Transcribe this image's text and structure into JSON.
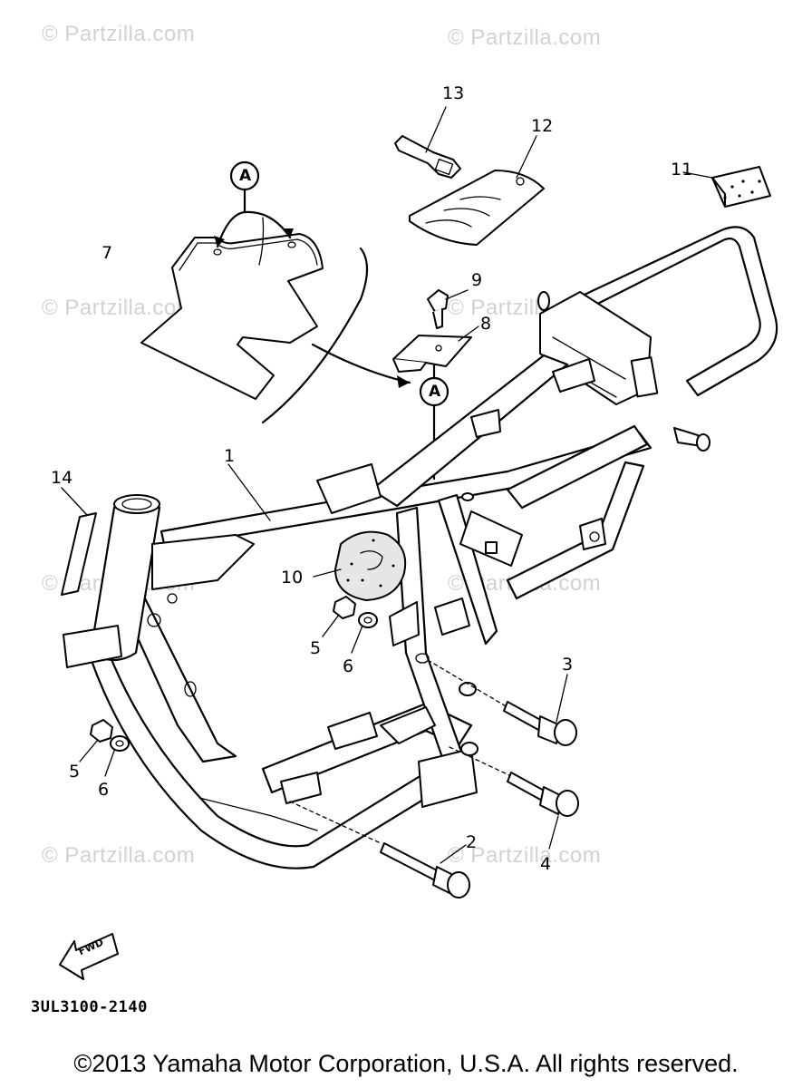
{
  "watermarks": [
    "© Partzilla.com",
    "© Partzilla.com",
    "© Partzilla.com",
    "© Partzilla.com",
    "© Partzilla.com",
    "© Partzilla.com",
    "© Partzilla.com",
    "© Partzilla.com"
  ],
  "callouts": {
    "c1": "1",
    "c2": "2",
    "c3": "3",
    "c4": "4",
    "c5a": "5",
    "c5b": "5",
    "c6a": "6",
    "c6b": "6",
    "c7": "7",
    "c8": "8",
    "c9": "9",
    "c10": "10",
    "c11": "11",
    "c12": "12",
    "c13": "13",
    "c14": "14"
  },
  "reference_marks": {
    "top": "A",
    "bottom": "A"
  },
  "fwd_label": "FWD",
  "diagram_code": "3UL3100-2140",
  "copyright": "©2013 Yamaha Motor Corporation, U.S.A. All rights reserved."
}
